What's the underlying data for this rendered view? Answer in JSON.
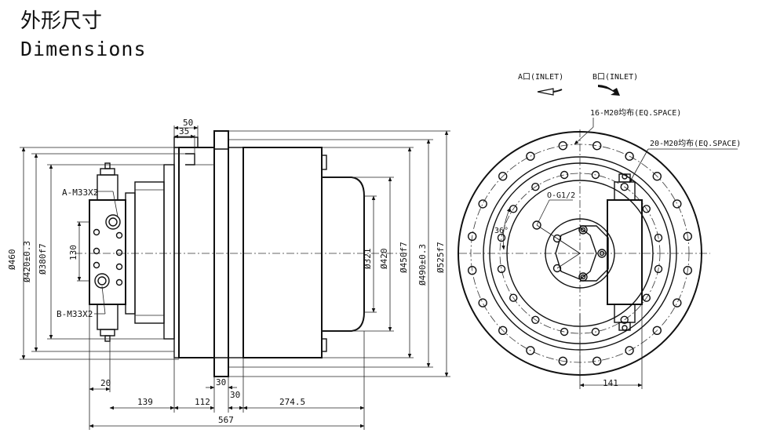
{
  "title": {
    "cn": "外形尺寸",
    "en": "Dimensions"
  },
  "side_view": {
    "diameters": [
      "Ø460",
      "Ø420±0.3",
      "Ø380f7",
      "Ø321",
      "Ø420",
      "Ø450f7",
      "Ø490±0.3",
      "Ø525f7"
    ],
    "port_a": "A-M33X2",
    "port_b": "B-M33X2",
    "dim_130": "130",
    "dim_50": "50",
    "dim_35": "35",
    "dim_20": "20",
    "dim_30a": "30",
    "dim_30b": "30",
    "dim_139": "139",
    "dim_112": "112",
    "dim_274_5": "274.5",
    "dim_567": "567"
  },
  "front_view": {
    "inlet_a": "A口(INLET)",
    "inlet_b": "B口(INLET)",
    "holes_16": "16-M20均布(EQ.SPACE)",
    "holes_20": "20-M20均布(EQ.SPACE)",
    "port_g": "O-G1/2",
    "angle": "36°",
    "dim_141": "141"
  }
}
